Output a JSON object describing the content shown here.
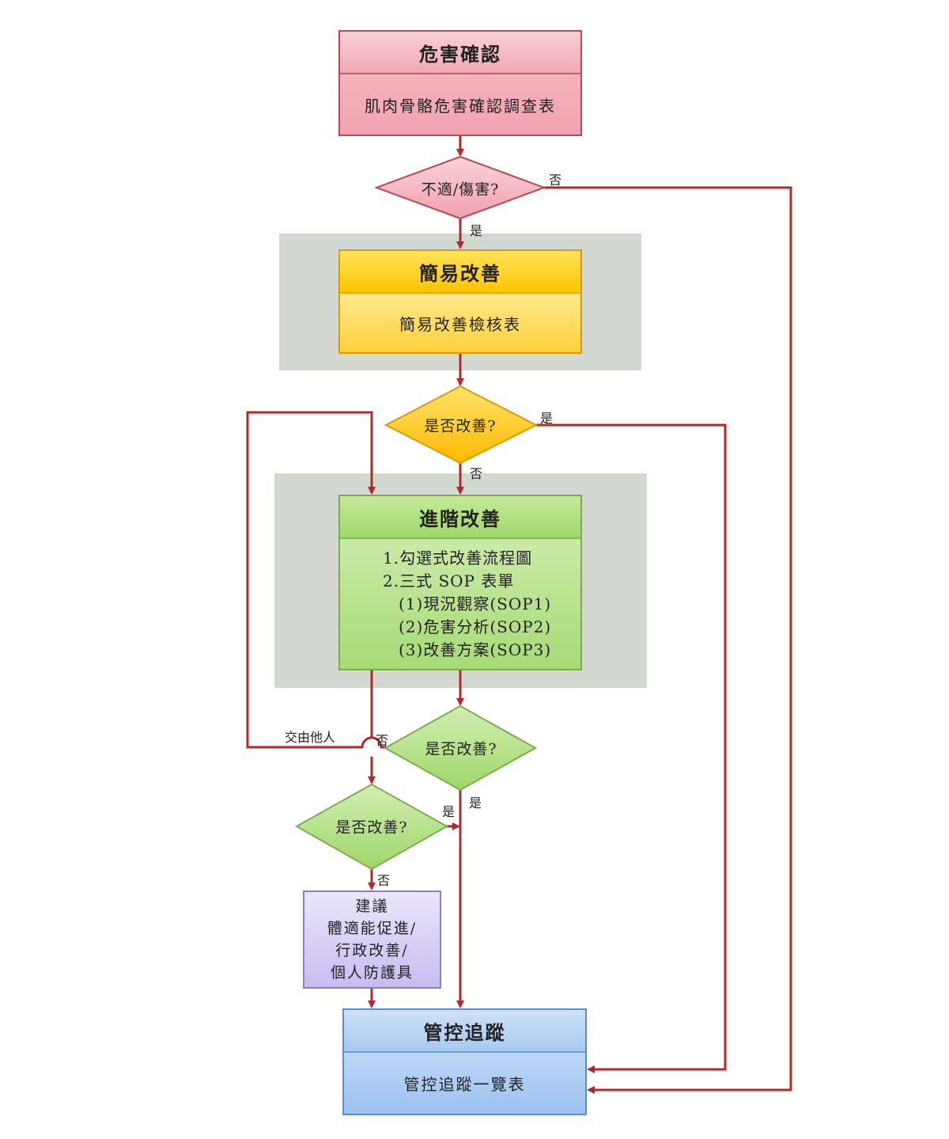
{
  "hazard": {
    "title": "危害確認",
    "body": "肌肉骨骼危害確認調查表"
  },
  "decision_discomfort": {
    "text": "不適/傷害?"
  },
  "simple": {
    "title": "簡易改善",
    "body": "簡易改善檢核表"
  },
  "decision_improved_1": {
    "text": "是否改善?"
  },
  "advanced": {
    "title": "進階改善",
    "lines": [
      "1.勾選式改善流程圖",
      "2.三式 SOP 表單",
      "(1)現況觀察(SOP1)",
      "(2)危害分析(SOP2)",
      "(3)改善方案(SOP3)"
    ]
  },
  "decision_improved_2": {
    "text": "是否改善?"
  },
  "decision_improved_3": {
    "text": "是否改善?"
  },
  "suggest": {
    "lines": [
      "建議",
      "體適能促進/",
      "行政改善/",
      "個人防護具"
    ]
  },
  "control": {
    "title": "管控追蹤",
    "body": "管控追蹤一覽表"
  },
  "labels": {
    "no_1": "否",
    "yes_1": "是",
    "yes_2": "是",
    "no_2": "否",
    "handover": "交由他人",
    "no_3": "否",
    "yes_3": "是",
    "yes_4": "是",
    "no_4": "否"
  },
  "colors": {
    "arrow": "#b02a2a",
    "hazard": "#f2a9b5",
    "simple": "#ffc400",
    "advanced": "#a8da77",
    "suggest": "#c9bcf0",
    "control": "#9cc2f0",
    "panel": "#d3d8d0"
  }
}
